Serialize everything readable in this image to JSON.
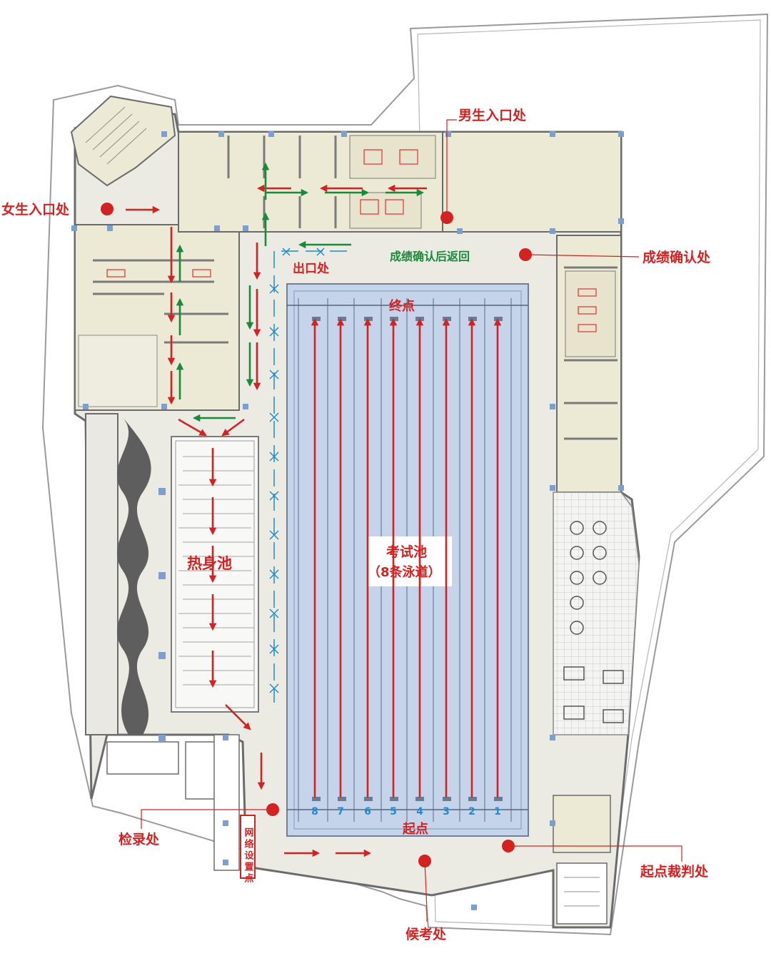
{
  "colors": {
    "red": "#d32222",
    "green": "#1a8a3a",
    "blue": "#1f8bd0",
    "pool": "#c5d4ea",
    "floor": "#ecebe3",
    "room": "#ece9d5",
    "wall": "#7c7c7c"
  },
  "labels": {
    "female_entrance": "女生入口处",
    "male_entrance": "男生入口处",
    "exit": "出口处",
    "return_after_confirm": "成绩确认后返回",
    "score_confirm": "成绩确认处",
    "finish": "终点",
    "start": "起点",
    "warmup_pool": "热身池",
    "exam_pool_line1": "考试池",
    "exam_pool_line2": "（8条泳道）",
    "checkin": "检录处",
    "network": "网络设置点",
    "start_judge": "起点裁判处",
    "waiting": "候考处"
  },
  "lanes": [
    "8",
    "7",
    "6",
    "5",
    "4",
    "3",
    "2",
    "1"
  ]
}
